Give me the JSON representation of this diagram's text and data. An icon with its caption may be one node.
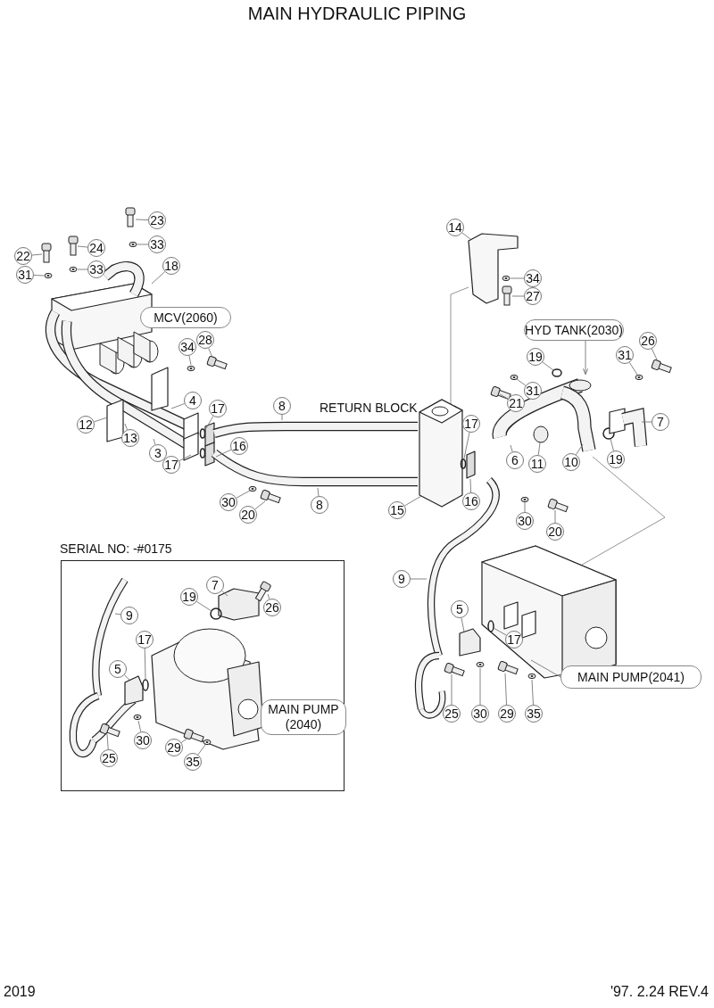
{
  "diagram": {
    "title": "MAIN HYDRAULIC PIPING",
    "nodes": [
      {
        "text": [
          "23"
        ]
      },
      {
        "text": [
          "33"
        ]
      },
      {
        "text": [
          "22"
        ]
      },
      {
        "text": [
          "24"
        ]
      },
      {
        "text": [
          "33"
        ]
      },
      {
        "text": [
          "31"
        ]
      },
      {
        "text": [
          "18"
        ]
      },
      {
        "text": [
          "MCV(2060)"
        ]
      },
      {
        "text": [
          "34"
        ]
      },
      {
        "text": [
          "28"
        ]
      },
      {
        "text": [
          "4"
        ]
      },
      {
        "text": [
          "12"
        ]
      },
      {
        "text": [
          "13"
        ]
      },
      {
        "text": [
          "3"
        ]
      },
      {
        "text": [
          "17"
        ]
      },
      {
        "text": [
          "16"
        ]
      },
      {
        "text": [
          "17"
        ]
      },
      {
        "text": [
          "8"
        ]
      },
      {
        "text": [
          "30"
        ]
      },
      {
        "text": [
          "20"
        ]
      },
      {
        "text": [
          "8"
        ]
      },
      {
        "text": [
          "14"
        ]
      },
      {
        "text": [
          "34"
        ]
      },
      {
        "text": [
          "27"
        ]
      },
      {
        "text": [
          "15"
        ]
      },
      {
        "text": [
          "17"
        ]
      },
      {
        "text": [
          "16"
        ]
      },
      {
        "text": [
          "HYD TANK(2030)"
        ]
      },
      {
        "text": [
          "19"
        ]
      },
      {
        "text": [
          "26"
        ]
      },
      {
        "text": [
          "31"
        ]
      },
      {
        "text": [
          "21"
        ]
      },
      {
        "text": [
          "31"
        ]
      },
      {
        "text": [
          "7"
        ]
      },
      {
        "text": [
          "6"
        ]
      },
      {
        "text": [
          "11"
        ]
      },
      {
        "text": [
          "10"
        ]
      },
      {
        "text": [
          "19"
        ]
      },
      {
        "text": [
          "30"
        ]
      },
      {
        "text": [
          "20"
        ]
      },
      {
        "text": [
          "9"
        ]
      },
      {
        "text": [
          "5"
        ]
      },
      {
        "text": [
          "17"
        ]
      },
      {
        "text": [
          "29"
        ]
      },
      {
        "text": [
          "35"
        ]
      },
      {
        "text": [
          "25"
        ]
      },
      {
        "text": [
          "30"
        ]
      },
      {
        "text": [
          "MAIN PUMP(2041)"
        ]
      },
      {
        "text": [
          "SERIAL NO: -#0175"
        ]
      },
      {
        "text": [
          "9"
        ],
        "in": 48
      },
      {
        "text": [
          "7"
        ],
        "in": 48
      },
      {
        "text": [
          "19"
        ],
        "in": 48
      },
      {
        "text": [
          "26"
        ],
        "in": 48
      },
      {
        "text": [
          "17"
        ],
        "in": 48
      },
      {
        "text": [
          "5"
        ],
        "in": 48
      },
      {
        "text": [
          "30"
        ],
        "in": 48
      },
      {
        "text": [
          "25"
        ],
        "in": 48
      },
      {
        "text": [
          "MAIN PUMP (2040)"
        ],
        "in": 48
      },
      {
        "text": [
          "29"
        ],
        "in": 48
      },
      {
        "text": [
          "35"
        ],
        "in": 48
      }
    ],
    "edges": [
      {
        "from": 0,
        "to": null,
        "arrow": "none"
      },
      {
        "from": 1,
        "to": null,
        "arrow": "none"
      },
      {
        "from": 2,
        "to": null,
        "arrow": "none"
      },
      {
        "from": 3,
        "to": null,
        "arrow": "none"
      },
      {
        "from": 4,
        "to": null,
        "arrow": "none"
      },
      {
        "from": 5,
        "to": null,
        "arrow": "none"
      },
      {
        "from": 6,
        "to": null,
        "arrow": "none"
      },
      {
        "from": 8,
        "to": null,
        "arrow": "none"
      },
      {
        "from": 9,
        "to": null,
        "arrow": "none"
      },
      {
        "from": 10,
        "to": null,
        "arrow": "none"
      },
      {
        "from": 11,
        "to": null,
        "arrow": "none"
      },
      {
        "from": 12,
        "to": null,
        "arrow": "none"
      },
      {
        "from": 13,
        "to": null,
        "arrow": "none"
      },
      {
        "from": 14,
        "to": null,
        "arrow": "none"
      },
      {
        "from": 15,
        "to": null,
        "arrow": "none"
      },
      {
        "from": 16,
        "to": null,
        "arrow": "none"
      },
      {
        "from": 17,
        "to": null,
        "arrow": "none"
      },
      {
        "from": 18,
        "to": null,
        "arrow": "none"
      },
      {
        "from": 19,
        "to": null,
        "arrow": "none"
      },
      {
        "from": 20,
        "to": null,
        "arrow": "none"
      },
      {
        "from": 21,
        "to": null,
        "arrow": "none"
      },
      {
        "from": 22,
        "to": null,
        "arrow": "none"
      },
      {
        "from": 23,
        "to": null,
        "arrow": "none"
      },
      {
        "from": 24,
        "to": null,
        "arrow": "none"
      },
      {
        "from": 25,
        "to": null,
        "arrow": "none"
      },
      {
        "from": 26,
        "to": null,
        "arrow": "none"
      },
      {
        "from": 27,
        "to": null,
        "arrow": "to"
      },
      {
        "from": 28,
        "to": null,
        "arrow": "none"
      },
      {
        "from": 29,
        "to": null,
        "arrow": "none"
      },
      {
        "from": 30,
        "to": null,
        "arrow": "none"
      },
      {
        "from": 31,
        "to": null,
        "arrow": "none"
      },
      {
        "from": 32,
        "to": null,
        "arrow": "none"
      },
      {
        "from": 33,
        "to": null,
        "arrow": "none"
      },
      {
        "from": 34,
        "to": null,
        "arrow": "none"
      },
      {
        "from": 35,
        "to": null,
        "arrow": "none"
      },
      {
        "from": 36,
        "to": null,
        "arrow": "none"
      },
      {
        "from": 37,
        "to": null,
        "arrow": "none"
      },
      {
        "from": 38,
        "to": null,
        "arrow": "none"
      },
      {
        "from": 39,
        "to": null,
        "arrow": "none"
      },
      {
        "from": 40,
        "to": null,
        "arrow": "none"
      },
      {
        "from": 41,
        "to": null,
        "arrow": "none"
      },
      {
        "from": 42,
        "to": null,
        "arrow": "none"
      },
      {
        "from": 43,
        "to": null,
        "arrow": "none"
      },
      {
        "from": 44,
        "to": null,
        "arrow": "none"
      },
      {
        "from": 45,
        "to": null,
        "arrow": "none"
      },
      {
        "from": 46,
        "to": null,
        "arrow": "none"
      },
      {
        "from": 47,
        "to": null,
        "arrow": "none"
      },
      {
        "from": 49,
        "to": null,
        "arrow": "none"
      },
      {
        "from": 50,
        "to": null,
        "arrow": "none"
      },
      {
        "from": 51,
        "to": null,
        "arrow": "none"
      },
      {
        "from": 52,
        "to": null,
        "arrow": "none"
      },
      {
        "from": 53,
        "to": null,
        "arrow": "none"
      },
      {
        "from": 54,
        "to": null,
        "arrow": "none"
      },
      {
        "from": 55,
        "to": null,
        "arrow": "none"
      },
      {
        "from": 56,
        "to": null,
        "arrow": "none"
      },
      {
        "from": 58,
        "to": null,
        "arrow": "none"
      },
      {
        "from": 59,
        "to": null,
        "arrow": "none"
      }
    ],
    "labels": [
      "RETURN BLOCK",
      "2019",
      "'97. 2.24 REV.4"
    ]
  }
}
